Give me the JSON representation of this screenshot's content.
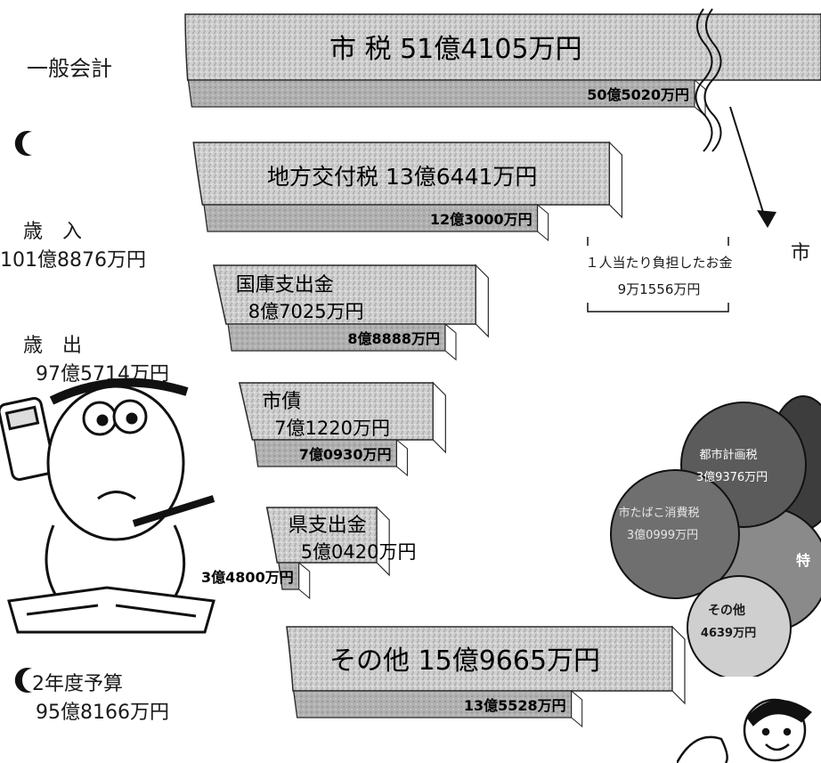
{
  "left_panel": {
    "title": "一般会計",
    "revenue_label": "歳　入",
    "revenue_value": "101億8876万円",
    "expenditure_label": "歳　出",
    "expenditure_value": "97億5714万円",
    "prev_budget_label": "2年度予算",
    "prev_budget_value": "95億8166万円"
  },
  "per_person": {
    "label": "１人当たり負担したお金",
    "value": "9万1556万円"
  },
  "cutoff_heading": "市",
  "chart_data": {
    "type": "bar",
    "orientation": "horizontal",
    "unit": "万円",
    "categories": [
      "市 税",
      "地方交付税",
      "国庫支出金",
      "市債",
      "県支出金",
      "その他"
    ],
    "current_labels": [
      "51億4105万円",
      "13億6441万円",
      "8億7025万円",
      "7億1220万円",
      "5億0420万円",
      "15億9665万円"
    ],
    "previous_labels": [
      "50億5020万円",
      "12億3000万円",
      "8億8888万円",
      "7億0930万円",
      "3億4800万円",
      "13億5528万円"
    ],
    "series": [
      {
        "values": [
          514105,
          136441,
          87025,
          71220,
          50420,
          159665
        ]
      },
      {
        "values": [
          505020,
          123000,
          88888,
          70930,
          34800,
          135528
        ]
      }
    ],
    "axis_break": true
  },
  "bubbles": [
    {
      "label": "都市計画税",
      "value": "3億9376万円",
      "color": "#5b5b5b",
      "text_color": "#ffffff"
    },
    {
      "label": "市たばこ消費税",
      "value": "3億0999万円",
      "color": "#6f6f6f",
      "text_color": "#e6e6e6"
    },
    {
      "label": "その他",
      "value": "4639万円",
      "color": "#cfcfcf",
      "text_color": "#1a1a1a"
    },
    {
      "label": "特",
      "value": "",
      "color": "#8a8a8a",
      "text_color": "#ffffff"
    }
  ],
  "colors": {
    "current_bar": "#c9c9c9",
    "previous_bar": "#a9a9a9",
    "outline": "#2a2a2a"
  }
}
